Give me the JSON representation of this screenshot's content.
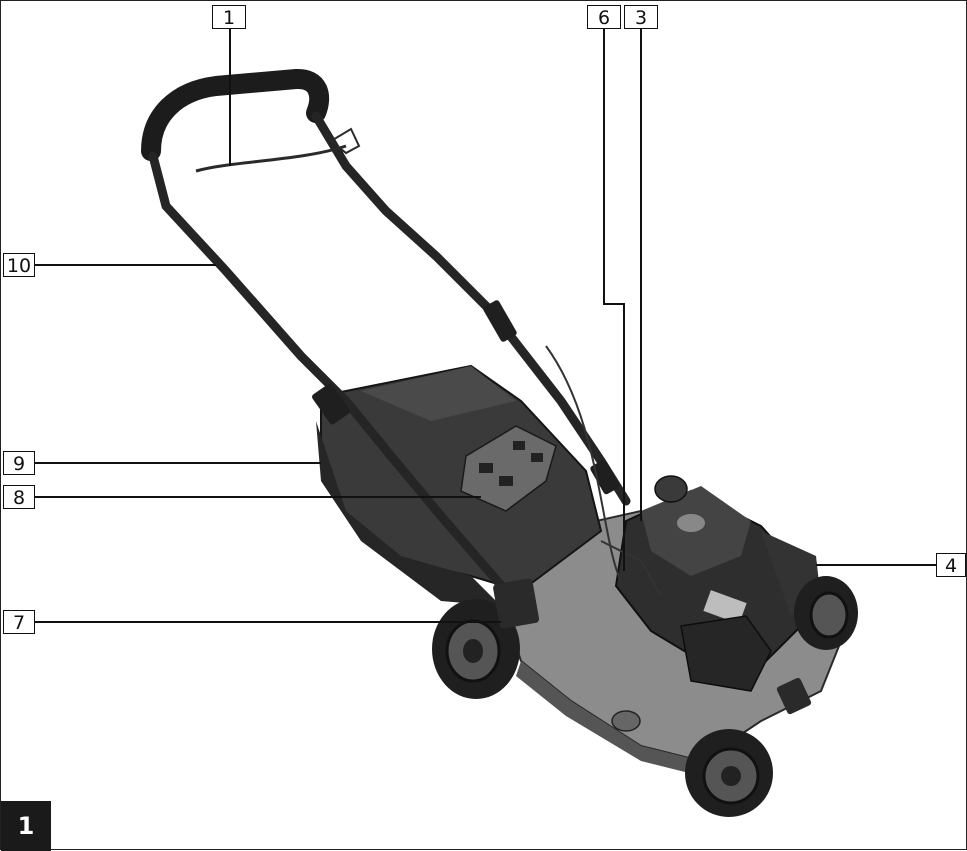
{
  "figure": {
    "number": "1"
  },
  "callouts": [
    {
      "id": "1",
      "label": "1"
    },
    {
      "id": "6",
      "label": "6"
    },
    {
      "id": "3",
      "label": "3"
    },
    {
      "id": "10",
      "label": "10"
    },
    {
      "id": "4",
      "label": "4"
    },
    {
      "id": "9",
      "label": "9"
    },
    {
      "id": "8",
      "label": "8"
    },
    {
      "id": "7",
      "label": "7"
    }
  ],
  "colors": {
    "ink": "#111111",
    "deck": "#8a8a8a",
    "dark_body": "#2b2b2b",
    "tyre": "#1f1f1f"
  }
}
